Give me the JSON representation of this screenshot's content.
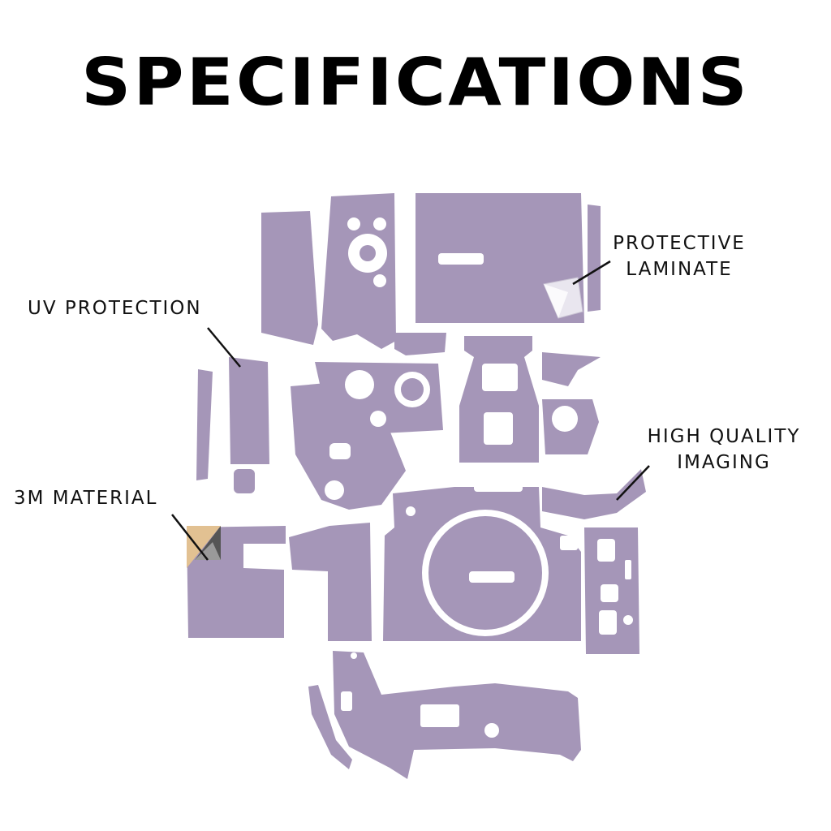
{
  "title": "SPECIFICATIONS",
  "labels": {
    "protective_laminate": [
      "PROTECTIVE",
      "LAMINATE"
    ],
    "uv_protection": "UV PROTECTION",
    "high_quality_imaging": [
      "HIGH QUALITY",
      "IMAGING"
    ],
    "material_3m": "3M MATERIAL"
  },
  "colors": {
    "skin": "#a596b8",
    "background": "#ffffff",
    "text": "#111111",
    "backing_tan": "#e2c192",
    "backing_dark": "#555555"
  }
}
